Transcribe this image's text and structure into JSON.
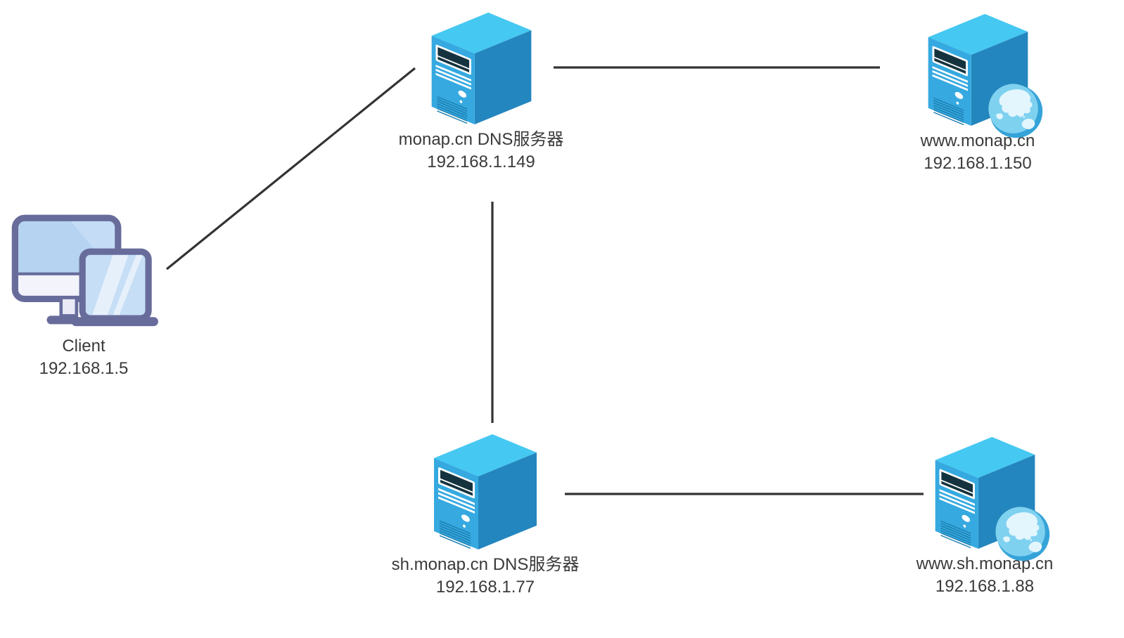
{
  "diagram_type": "network-topology",
  "colors": {
    "background": "#ffffff",
    "edge_line": "#333333",
    "server_top_face": "#45c8f1",
    "server_front_face": "#35a9e0",
    "server_side_face": "#2486be",
    "server_bay_dark": "#15333e",
    "server_vent": "#1d7fb0",
    "globe_ocean": "#7fd1f0",
    "globe_land": "#e3f6fd",
    "globe_rim": "#35a3d8",
    "client_outline": "#686c9b",
    "client_screen": "#b6d3f1",
    "client_laptop_screen": "#c6def6",
    "label_text": "#3a3a3a"
  },
  "nodes": {
    "client": {
      "label": "Client",
      "ip": "192.168.1.5",
      "icon": "client-devices-icon"
    },
    "dns_monap": {
      "label": "monap.cn DNS服务器",
      "ip": "192.168.1.149",
      "icon": "server-icon"
    },
    "web_monap": {
      "label": "www.monap.cn",
      "ip": "192.168.1.150",
      "icon": "web-server-globe-icon"
    },
    "dns_sh": {
      "label": "sh.monap.cn DNS服务器",
      "ip": "192.168.1.77",
      "icon": "server-icon"
    },
    "web_sh": {
      "label": "www.sh.monap.cn",
      "ip": "192.168.1.88",
      "icon": "web-server-globe-icon"
    }
  },
  "connections": [
    {
      "from": "client",
      "to": "dns_monap"
    },
    {
      "from": "dns_monap",
      "to": "web_monap"
    },
    {
      "from": "dns_monap",
      "to": "dns_sh"
    },
    {
      "from": "dns_sh",
      "to": "web_sh"
    }
  ]
}
